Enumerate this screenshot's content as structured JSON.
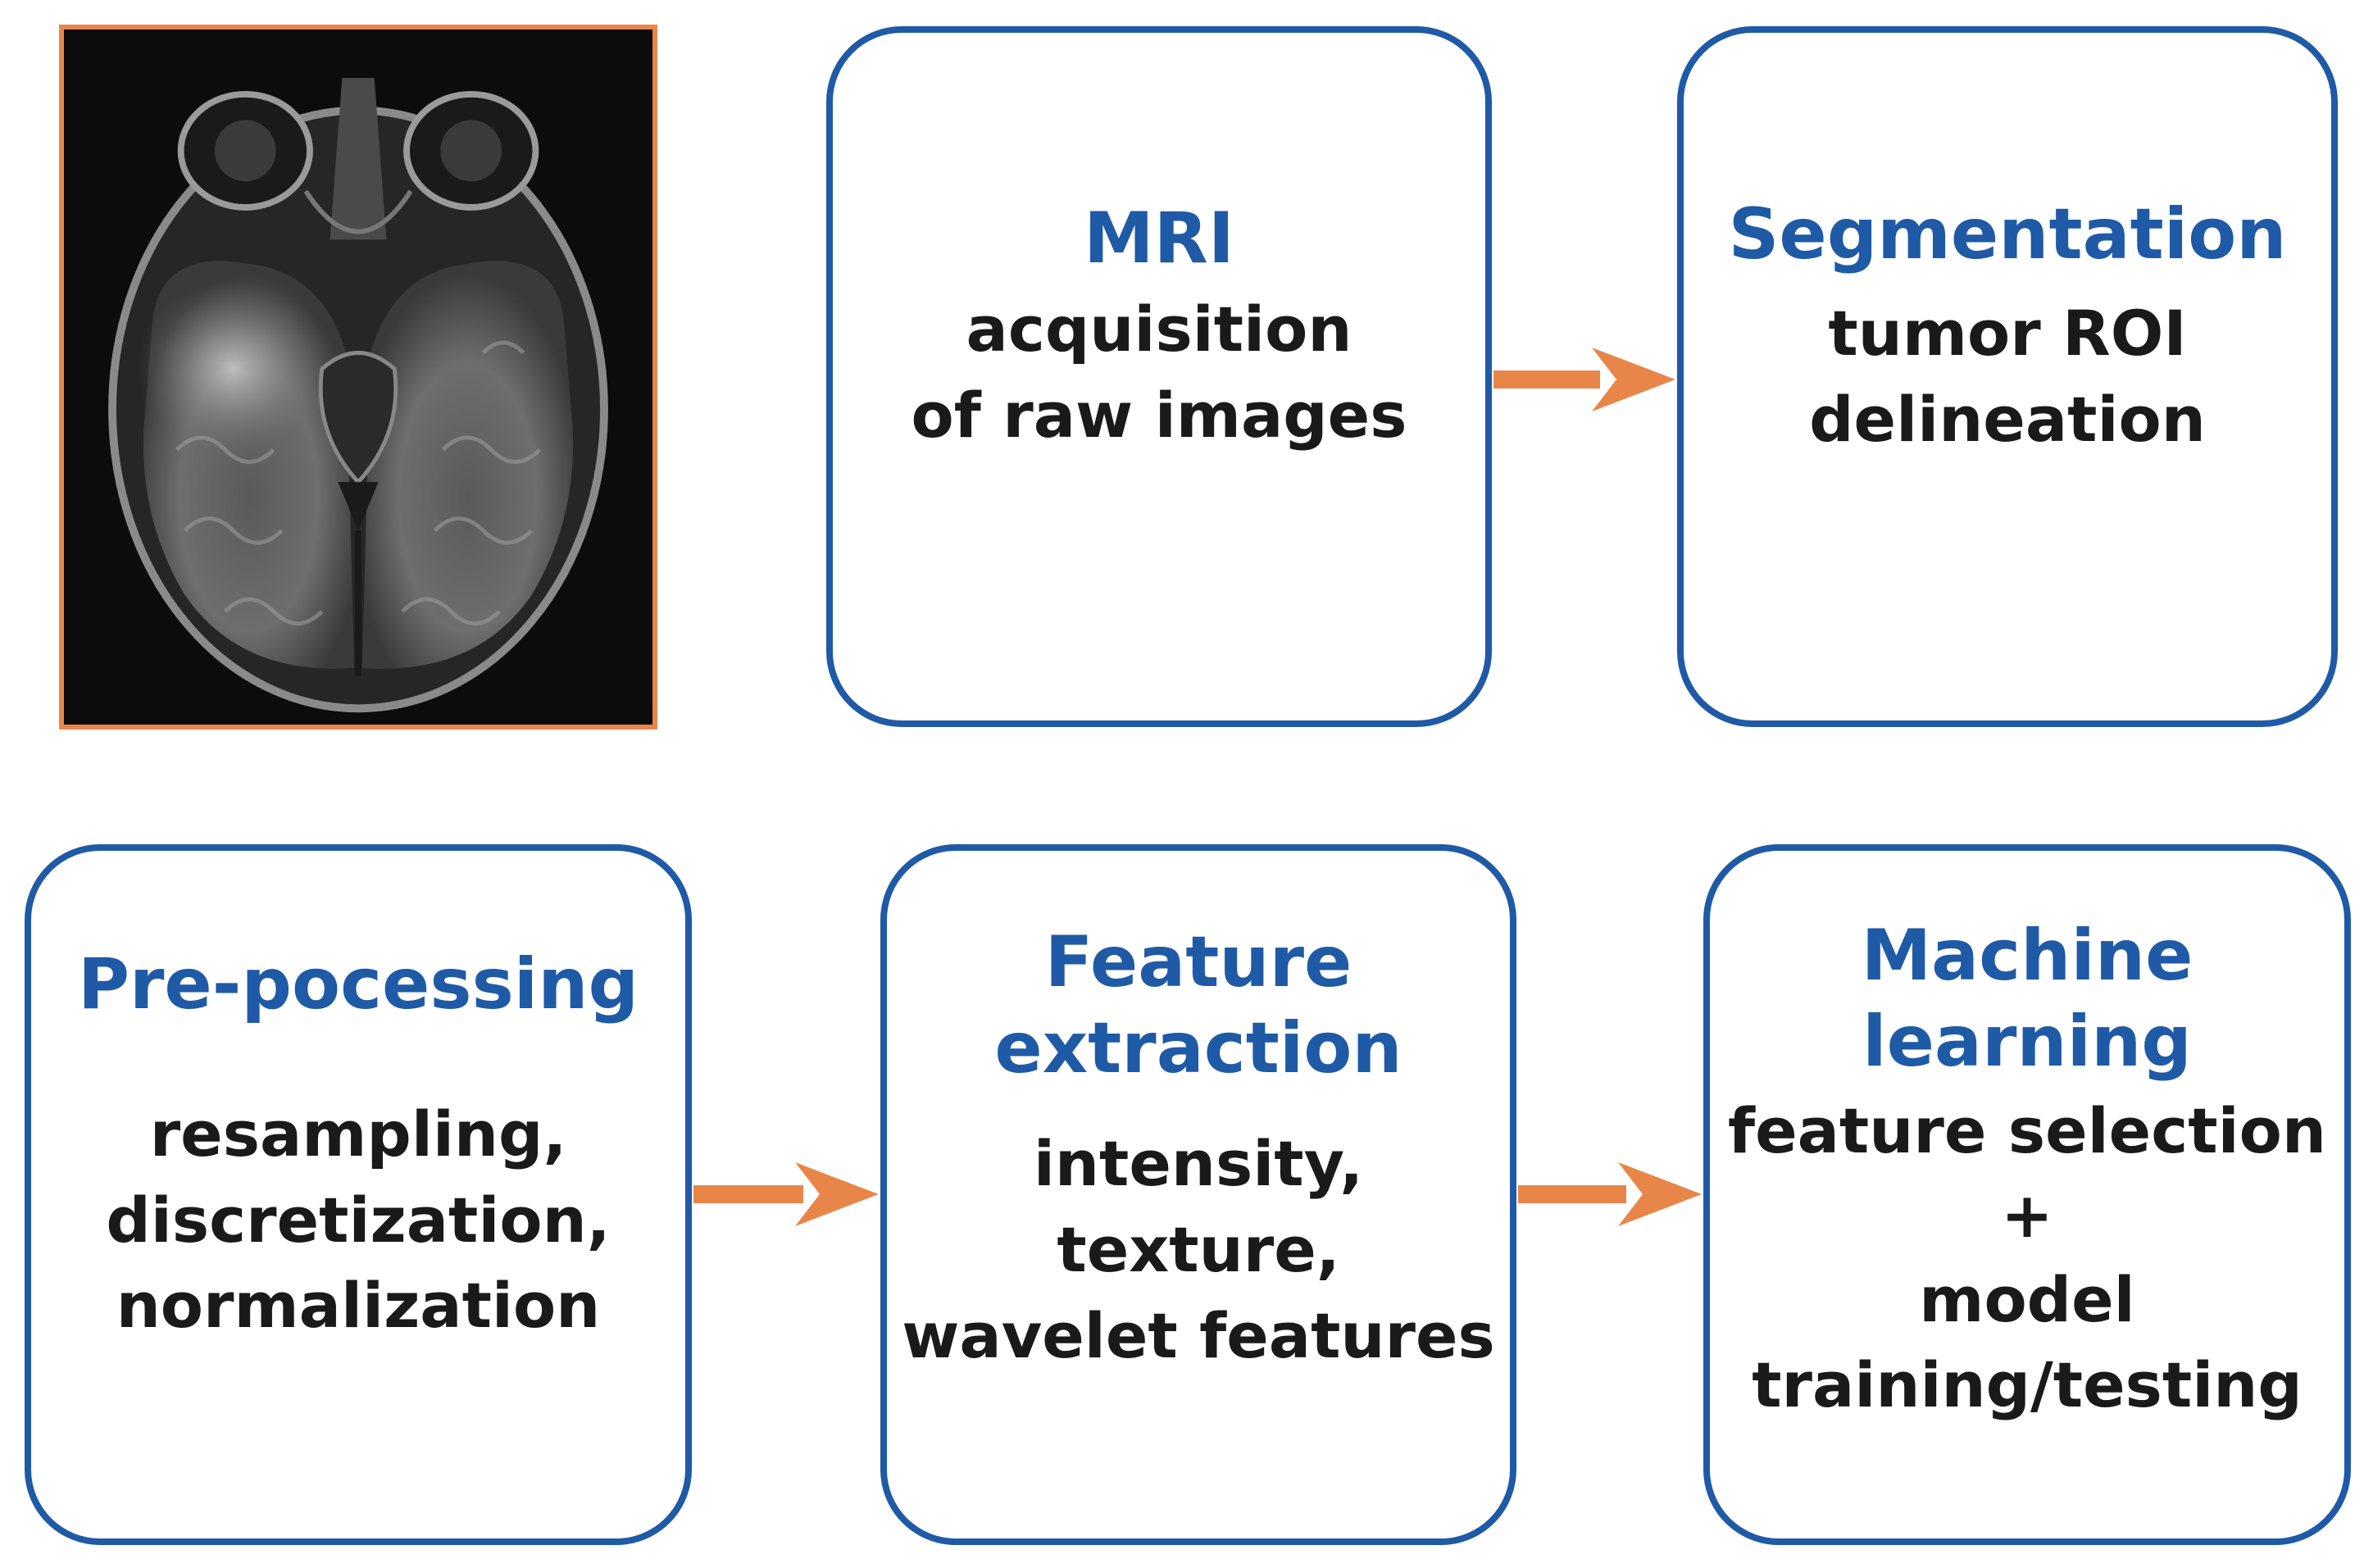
{
  "colors": {
    "box_border": "#1f5aa6",
    "title_text": "#1f5aa6",
    "body_text": "#1a1a1a",
    "arrow": "#e8864a",
    "image_frame": "#e8864a"
  },
  "image": {
    "subject": "axial brain MRI slice"
  },
  "steps": [
    {
      "title": "MRI",
      "body": "acquisition\nof raw images"
    },
    {
      "title": "Segmentation",
      "body": "tumor ROI\ndelineation"
    },
    {
      "title": "Pre-pocessing",
      "body": "resampling,\ndiscretization,\nnormalization"
    },
    {
      "title": "Feature\nextraction",
      "body": "intensity,\ntexture,\nwavelet features"
    },
    {
      "title": "Machine\nlearning",
      "body": "feature selection\n+\nmodel\ntraining/testing"
    }
  ],
  "arrows": [
    {
      "from": "MRI",
      "to": "Segmentation"
    },
    {
      "from": "Pre-pocessing",
      "to": "Feature\nextraction"
    },
    {
      "from": "Feature\nextraction",
      "to": "Machine\nlearning"
    }
  ]
}
